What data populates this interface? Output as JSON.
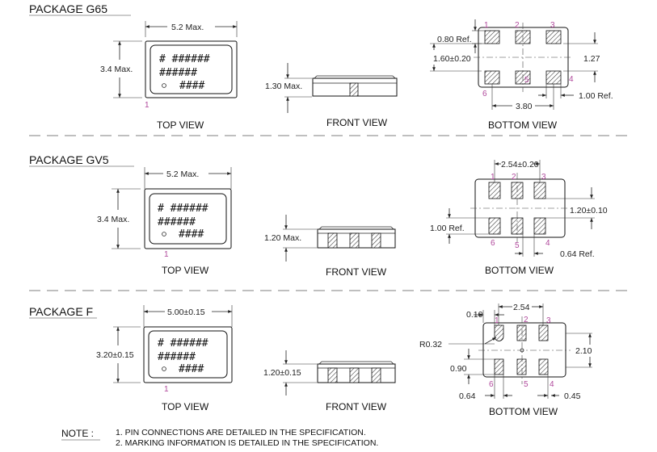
{
  "packages": [
    {
      "title": "PACKAGE G65",
      "top_view": {
        "width_label": "5.2 Max.",
        "height_label": "3.4 Max.",
        "marking": [
          "# ######",
          "######",
          "####"
        ],
        "pin1": "1",
        "caption": "TOP VIEW"
      },
      "front_view": {
        "height_label": "1.30 Max.",
        "caption": "FRONT VIEW"
      },
      "bottom_view": {
        "pins": [
          "1",
          "2",
          "3",
          "4",
          "5",
          "6"
        ],
        "dims": {
          "a": "0.80 Ref.",
          "b": "1.60±0.20",
          "c": "1.27",
          "d": "3.80",
          "e": "1.00 Ref."
        },
        "caption": "BOTTOM VIEW"
      }
    },
    {
      "title": "PACKAGE GV5",
      "top_view": {
        "width_label": "5.2 Max.",
        "height_label": "3.4 Max.",
        "marking": [
          "# ######",
          "######",
          "####"
        ],
        "pin1": "1",
        "caption": "TOP VIEW"
      },
      "front_view": {
        "height_label": "1.20 Max.",
        "caption": "FRONT VIEW"
      },
      "bottom_view": {
        "pins": [
          "1",
          "2",
          "3",
          "4",
          "5",
          "6"
        ],
        "dims": {
          "a": "2.54±0.20",
          "b": "1.20±0.10",
          "c": "1.00 Ref.",
          "d": "0.64 Ref."
        },
        "caption": "BOTTOM VIEW"
      }
    },
    {
      "title": "PACKAGE F",
      "top_view": {
        "width_label": "5.00±0.15",
        "height_label": "3.20±0.15",
        "marking": [
          "# ######",
          "######",
          "####"
        ],
        "pin1": "1",
        "caption": "TOP VIEW"
      },
      "front_view": {
        "height_label": "1.20±0.15",
        "caption": "FRONT VIEW"
      },
      "bottom_view": {
        "pins": [
          "1",
          "2",
          "3",
          "4",
          "5",
          "6"
        ],
        "dims": {
          "a": "0.10",
          "b": "2.54",
          "c": "R0.32",
          "d": "2.10",
          "e": "0.90",
          "f": "0.64",
          "g": "0.45"
        },
        "caption": "BOTTOM VIEW"
      }
    }
  ],
  "notes": {
    "label": "NOTE :",
    "items": [
      "1. PIN CONNECTIONS ARE DETAILED IN THE SPECIFICATION.",
      "2. MARKING INFORMATION IS DETAILED IN THE SPECIFICATION."
    ]
  },
  "colors": {
    "pin_label": "#b0499c",
    "line": "#222222"
  }
}
